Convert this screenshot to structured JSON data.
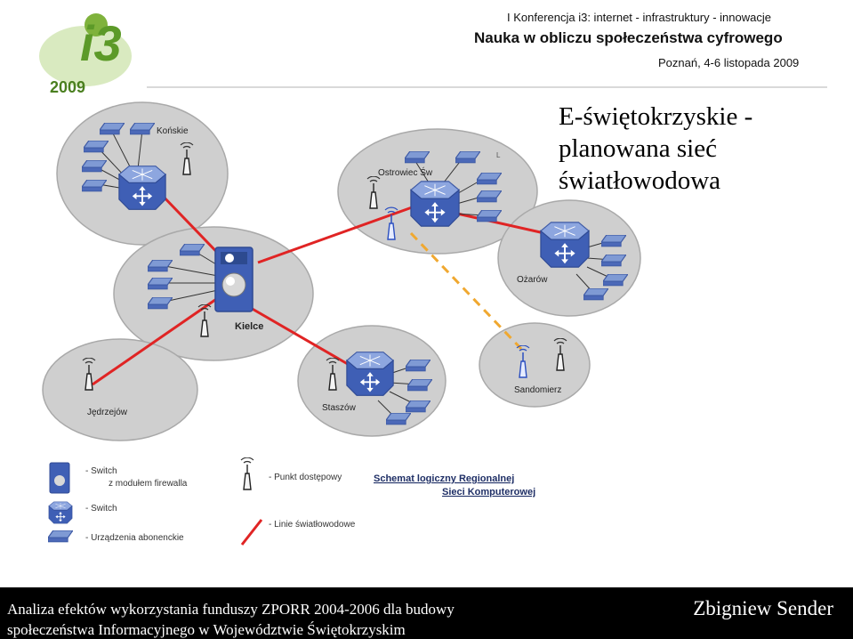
{
  "header": {
    "logo_year": "2009",
    "conference_line1": "I Konferencja i3: internet - infrastruktury - innowacje",
    "conference_line2": "Nauka w obliczu społeczeństwa cyfrowego",
    "conference_line3": "Poznań, 4-6 listopada 2009"
  },
  "slide": {
    "title_line1": "E-świętokrzyskie -",
    "title_line2": "planowana sieć",
    "title_line3": "światłowodowa"
  },
  "diagram": {
    "nodes": {
      "konskie": "Końskie",
      "ostrowiec": "Ostrowiec Św",
      "kielce": "Kielce",
      "ozarow": "Ożarów",
      "jedrzejow": "Jędrzejów",
      "staszow": "Staszów",
      "sandomierz": "Sandomierz"
    },
    "corner_mark": "L",
    "colors": {
      "fiber": "#e02424",
      "planned": "#f0a830",
      "ellipse": "#cfcfcf",
      "switch": "#4a66b8"
    }
  },
  "legend": {
    "firewall_switch_line1": "- Switch",
    "firewall_switch_line2": "z modułem firewalla",
    "switch": "- Switch",
    "subscriber_devices": "- Urządzenia abonenckie",
    "access_point": "- Punkt dostępowy",
    "fiber_lines": "- Linie światłowodowe",
    "schema_line1": "Schemat logiczny Regionalnej",
    "schema_line2": "Sieci Komputerowej"
  },
  "footer": {
    "line1": "Analiza efektów wykorzystania funduszy ZPORR 2004-2006 dla budowy",
    "line2": "społeczeństwa Informacyjnego w Województwie Świętokrzyskim",
    "author": "Zbigniew Sender"
  }
}
